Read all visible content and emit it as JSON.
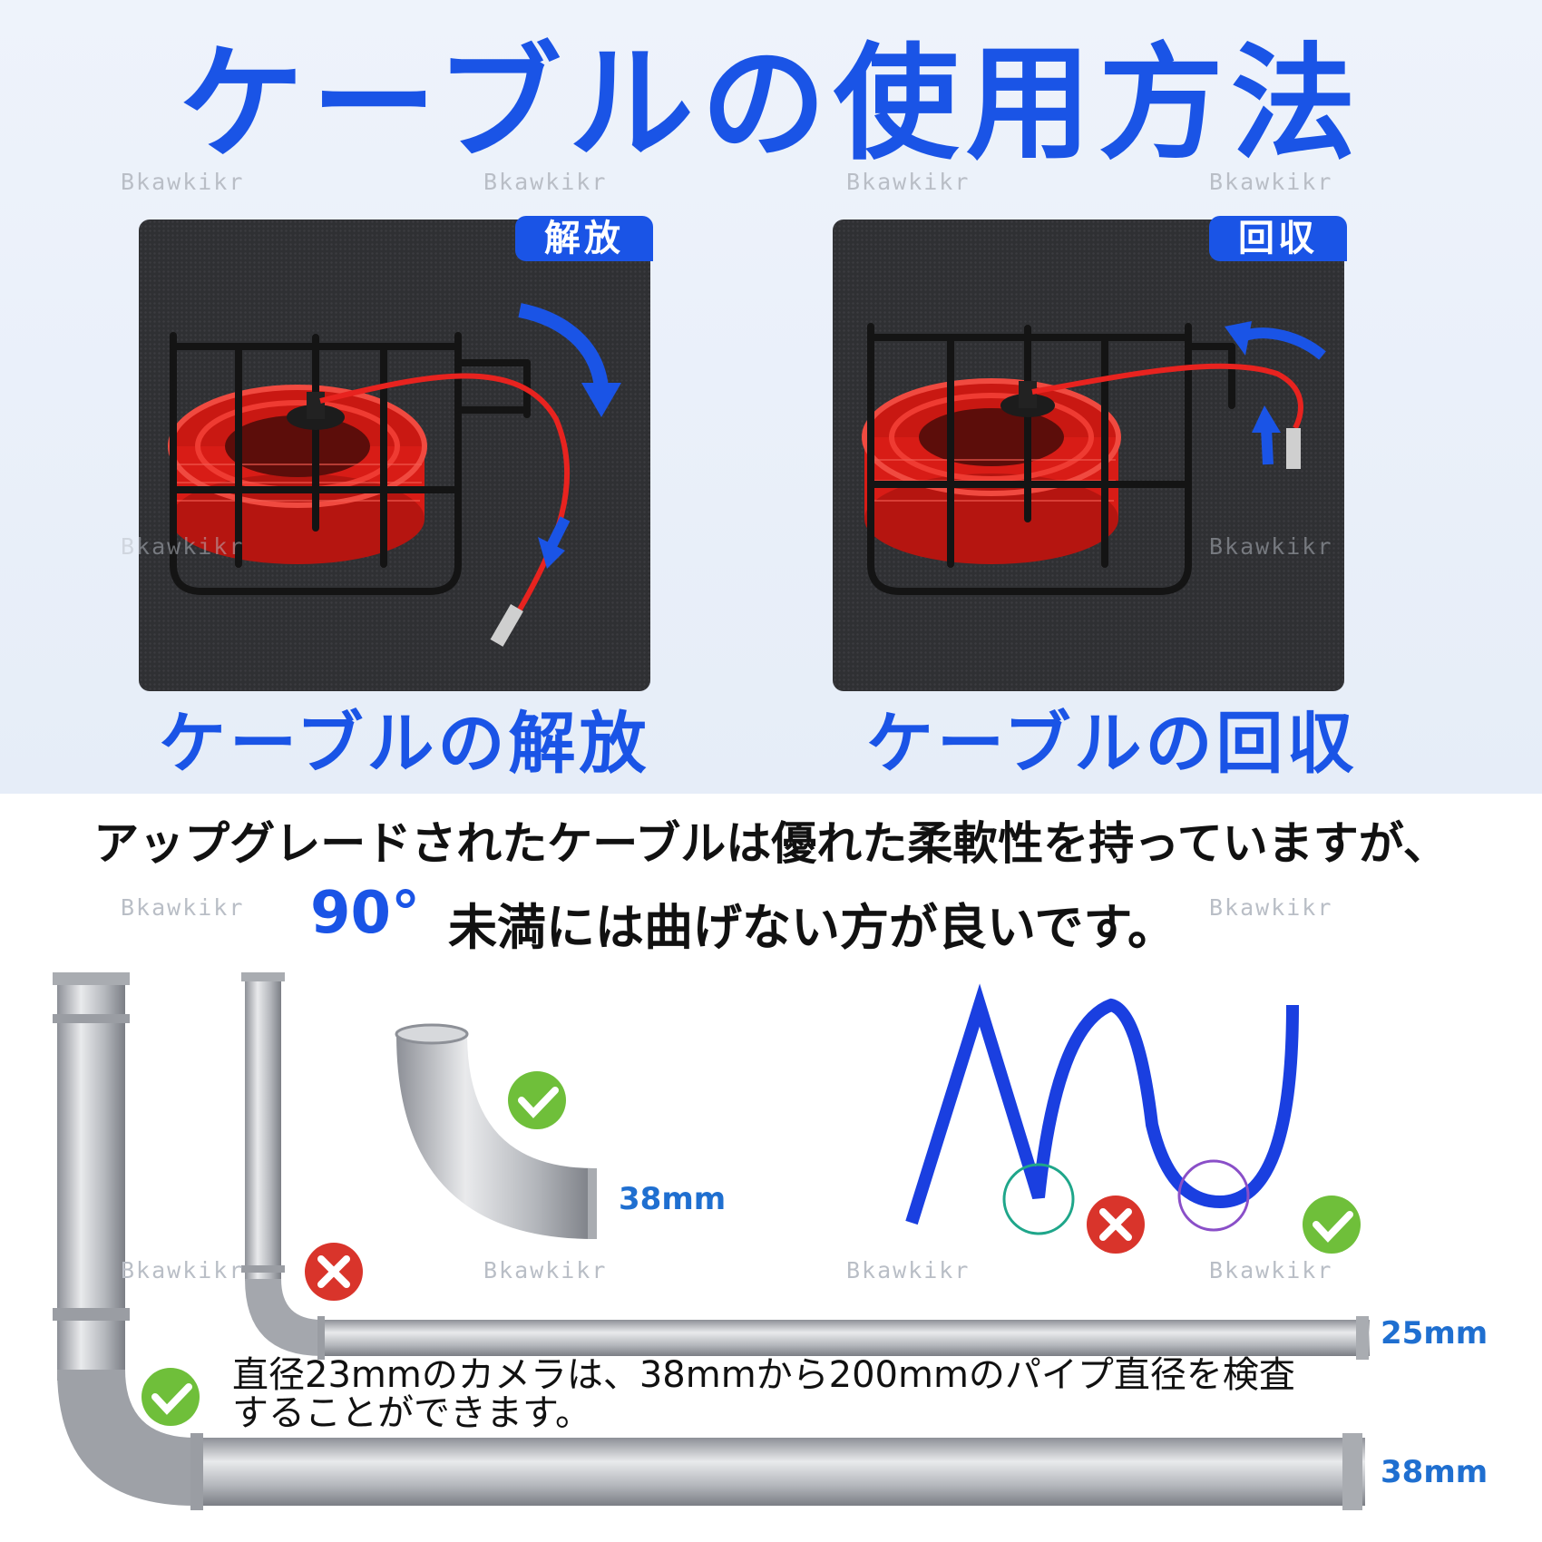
{
  "title": "ケーブルの使用方法",
  "watermark": "Bkawkikr",
  "panels": {
    "release": {
      "badge": "解放",
      "caption": "ケーブルの解放"
    },
    "retrieve": {
      "badge": "回収",
      "caption": "ケーブルの回収"
    }
  },
  "notice": {
    "line1": "アップグレードされたケーブルは優れた柔軟性を持っていますが、",
    "degree": "90°",
    "line2": "未満には曲げない方が良いです。"
  },
  "pipes": {
    "elbow_label": "38mm",
    "thin_label": "25mm",
    "thick_label": "38mm"
  },
  "camera_info": {
    "line1": "直径23mmのカメラは、38mmから200mmのパイプ直径を検査",
    "line2": "することができます。"
  },
  "colors": {
    "accent": "#1a54e6",
    "ok": "#6fbf3a",
    "ng": "#d9342b",
    "cable": "#e8231f"
  }
}
